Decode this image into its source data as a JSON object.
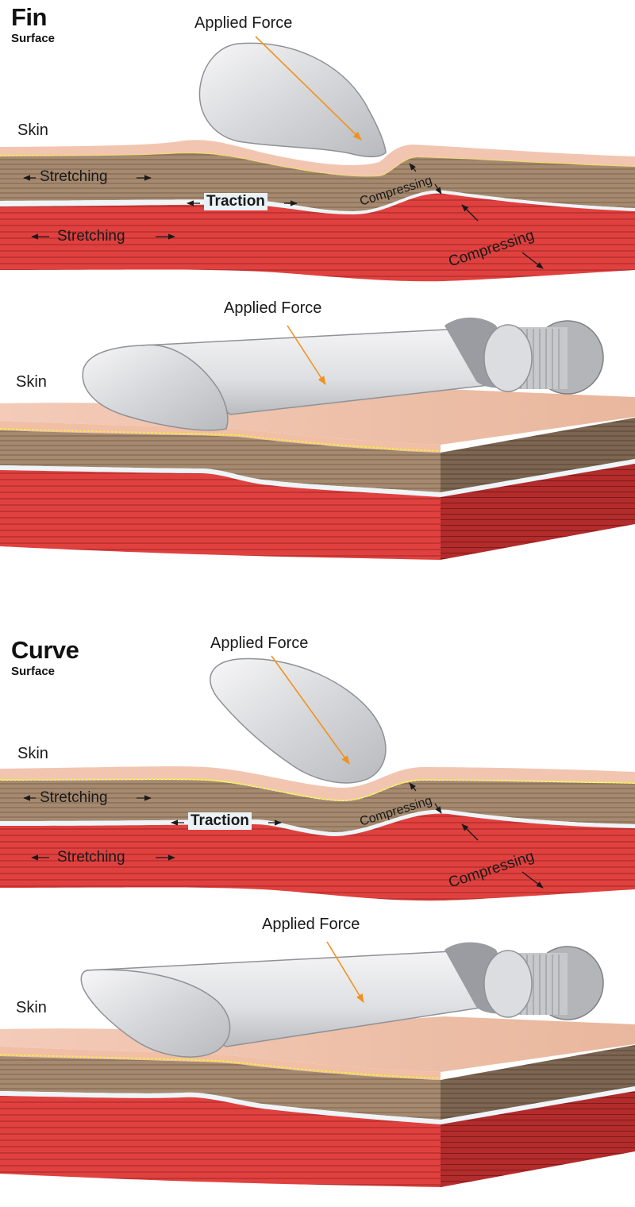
{
  "panels": [
    {
      "title": "Fin",
      "subtitle": "Surface",
      "cross_section": {
        "applied_force": "Applied Force",
        "skin": "Skin",
        "fascia_stretching": "Stretching",
        "traction": "Traction",
        "fascia_compressing": "Compressing",
        "muscle_stretching": "Stretching",
        "muscle_compressing": "Compressing"
      },
      "perspective": {
        "applied_force": "Applied Force",
        "skin": "Skin"
      }
    },
    {
      "title": "Curve",
      "subtitle": "Surface",
      "cross_section": {
        "applied_force": "Applied Force",
        "skin": "Skin",
        "fascia_stretching": "Stretching",
        "traction": "Traction",
        "fascia_compressing": "Compressing",
        "muscle_stretching": "Stretching",
        "muscle_compressing": "Compressing"
      },
      "perspective": {
        "applied_force": "Applied Force",
        "skin": "Skin"
      }
    }
  ],
  "colors": {
    "skin": "#f0c2ad",
    "skin_top": "#f6d5c4",
    "fat_line": "#f2ea4a",
    "fascia": "#a2876d",
    "fascia_line": "#6e5642",
    "gap": "#eef4f7",
    "muscle": "#e0413f",
    "muscle_line": "#8a1f1f",
    "tool": "#dcdde0",
    "arrow": "#f0921e"
  }
}
